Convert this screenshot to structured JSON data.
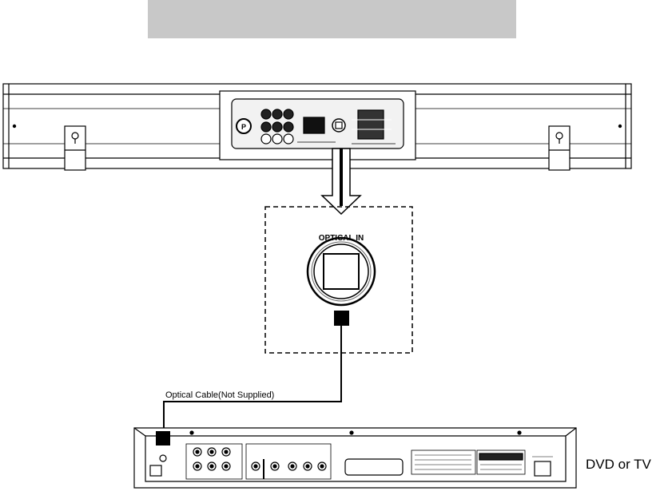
{
  "labels": {
    "optical_in": "OPTICAL IN",
    "cable": "Optical Cable(Not Supplied)",
    "device": "DVD or TV"
  },
  "colors": {
    "header_bar": "#c8c8c8",
    "line": "#000000"
  }
}
